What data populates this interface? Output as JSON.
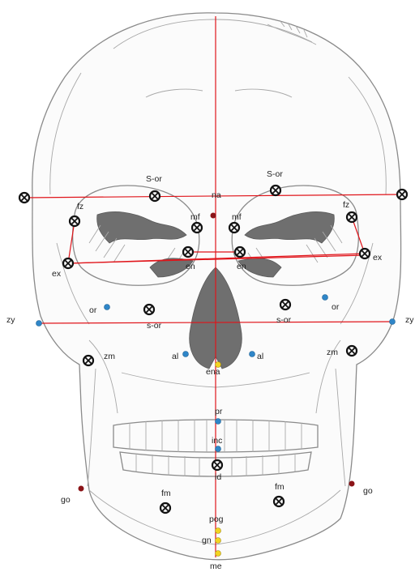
{
  "colors": {
    "line": "#e0141a",
    "dot_blue": "#2f86c8",
    "dot_yellow": "#f3d321",
    "dot_darkred": "#8b1418",
    "cross_marker": "#111111"
  },
  "labels": {
    "s_or_left": "S-or",
    "s_or_right": "S-or",
    "na": "na",
    "fz_left": "fz",
    "fz_right": "fz",
    "mf_left": "mf",
    "mf_right": "mf",
    "en_left": "en",
    "en_right": "en",
    "ex_left": "ex",
    "ex_right": "ex",
    "or_left": "or",
    "or_right": "or",
    "s_or_low_left": "s-or",
    "s_or_low_right": "s-or",
    "zy_left": "zy",
    "zy_right": "zy",
    "zm_left": "zm",
    "zm_right": "zm",
    "al_left": "al",
    "al_right": "al",
    "ena": "ena",
    "pr": "pr",
    "inc": "inc",
    "id": "id",
    "go_left": "go",
    "go_right": "go",
    "fm_left": "fm",
    "fm_right": "fm",
    "pog": "pog",
    "gn": "gn",
    "me": "me"
  }
}
